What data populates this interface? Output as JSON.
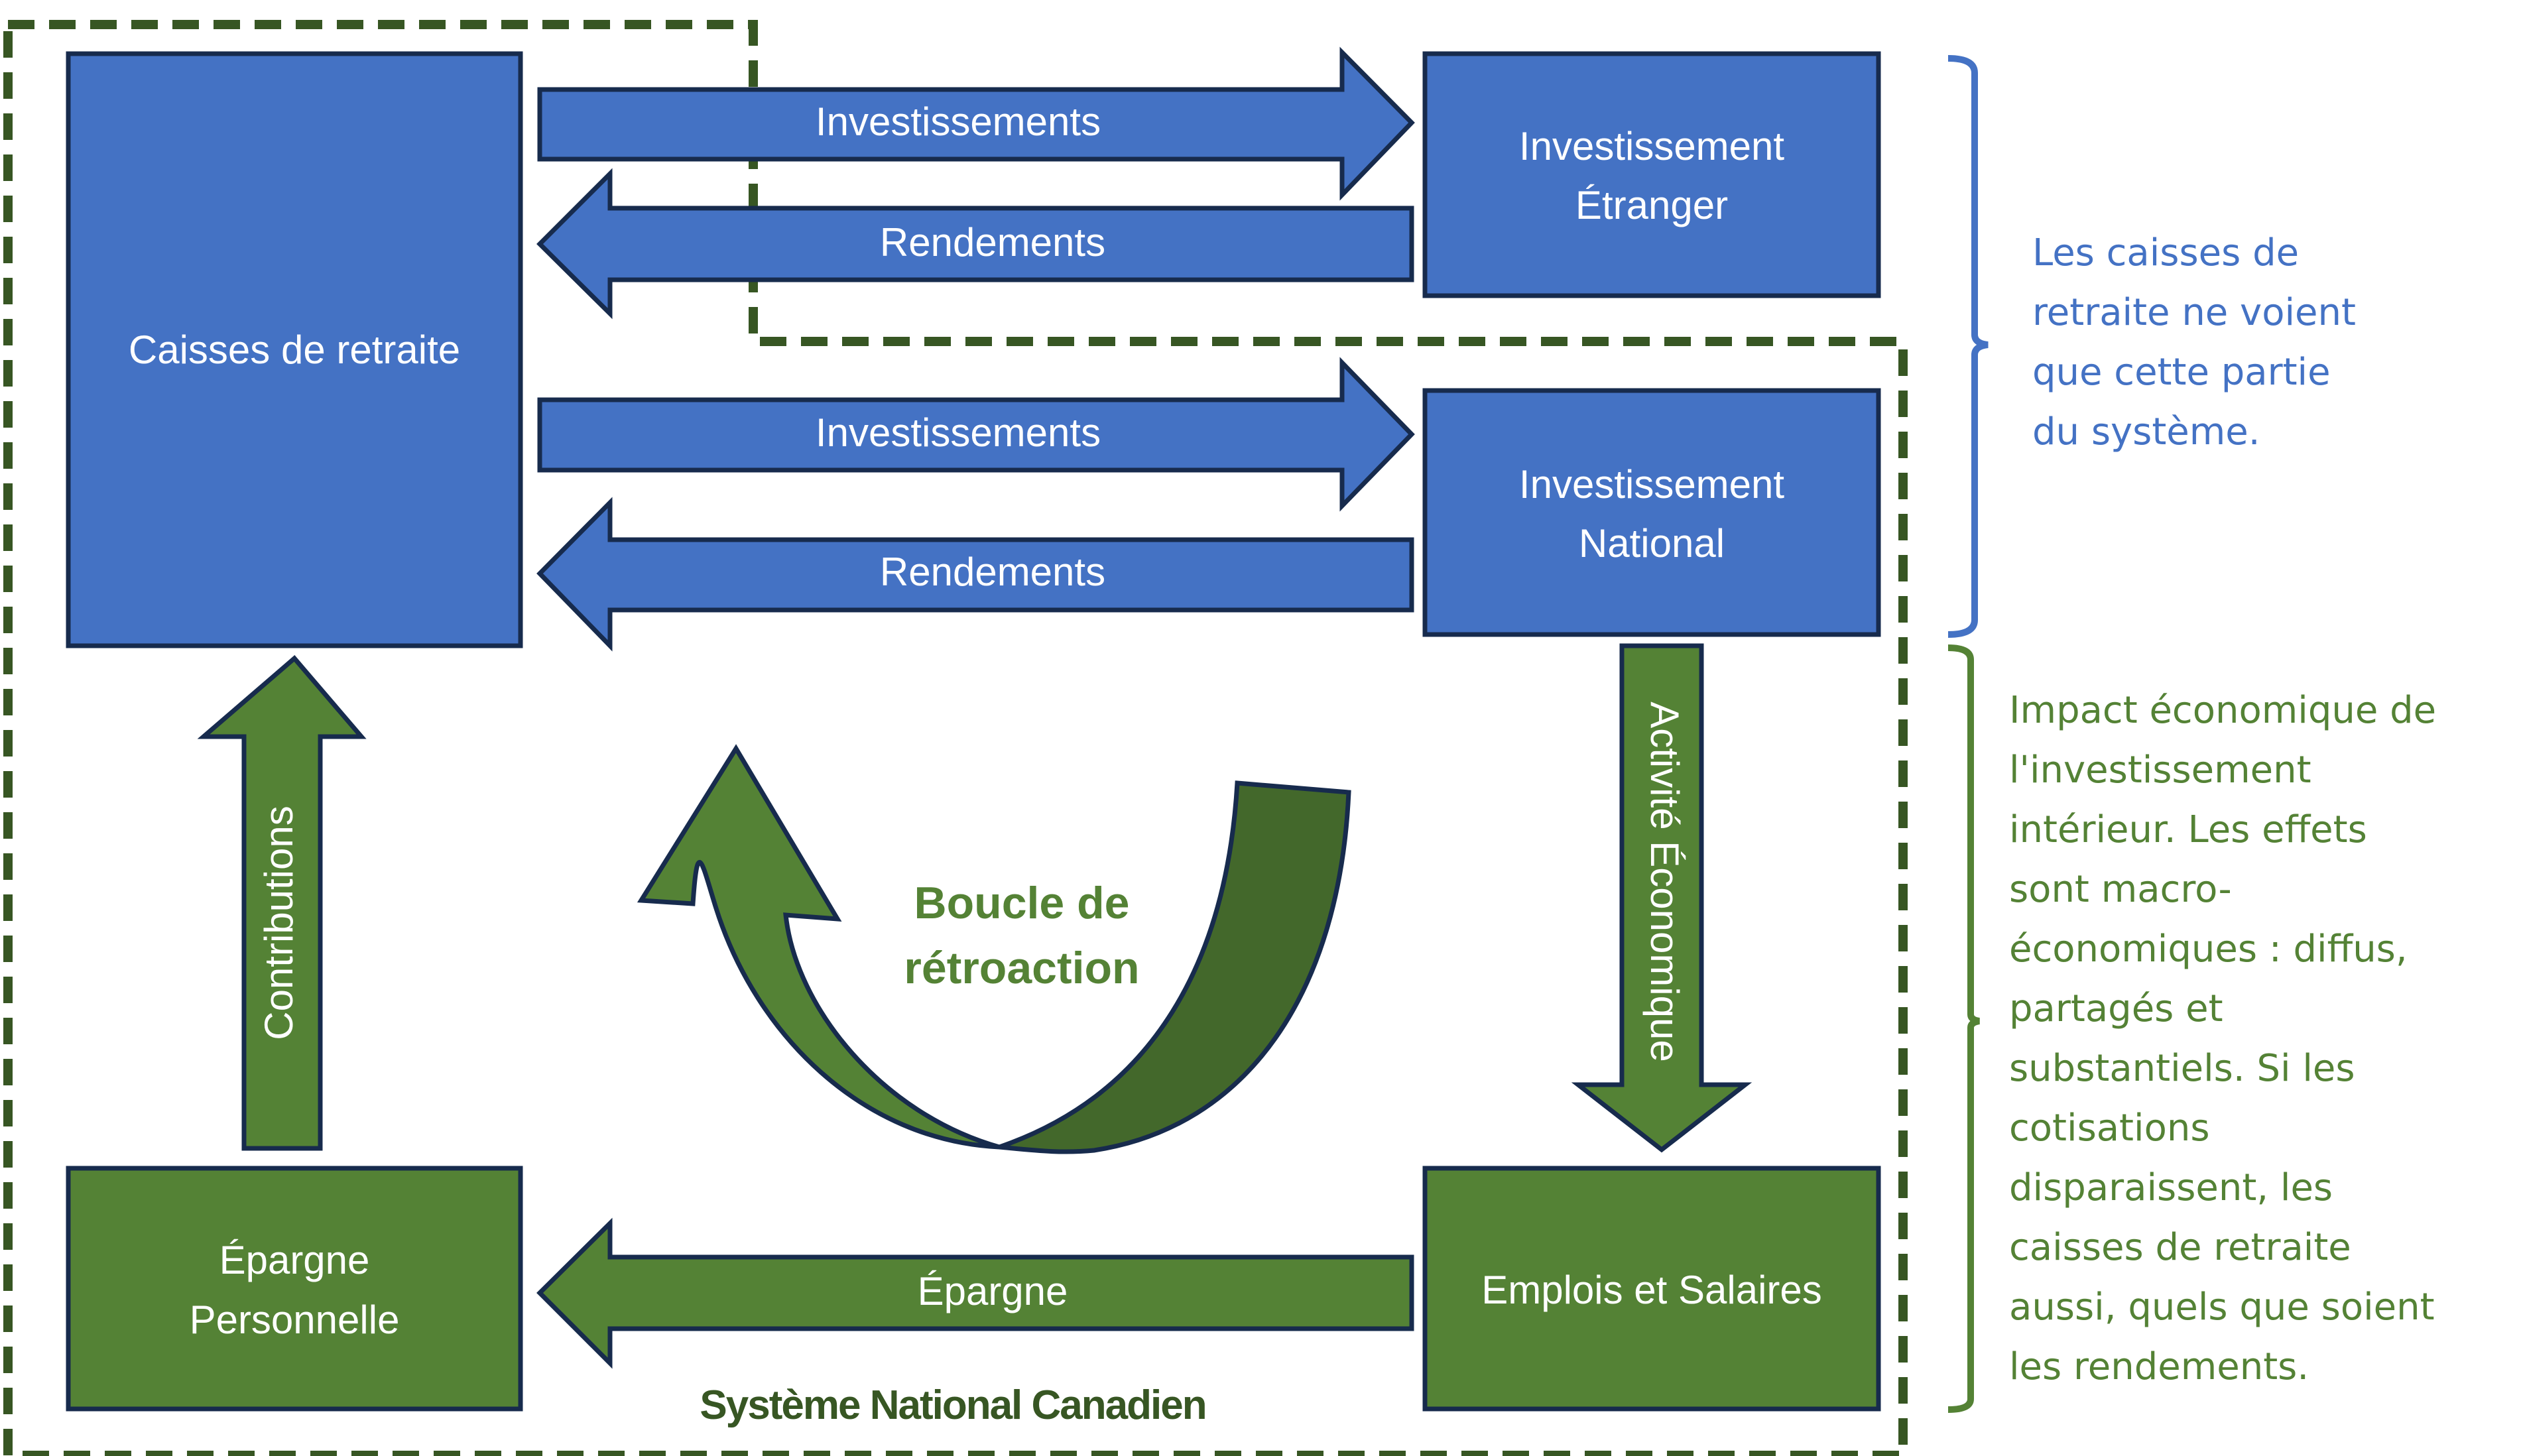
{
  "diagram": {
    "nodes": {
      "caisses": "Caisses de retraite",
      "etranger": [
        "Investissement",
        "Étranger"
      ],
      "national": [
        "Investissement",
        "National"
      ],
      "emplois": "Emplois et Salaires",
      "epargne_perso": [
        "Épargne",
        "Personnelle"
      ]
    },
    "arrows": {
      "invest_etranger": "Investissements",
      "rend_etranger": "Rendements",
      "invest_national": "Investissements",
      "rend_national": "Rendements",
      "activite": "Activité Économique",
      "epargne": "Épargne",
      "contributions": "Contributions"
    },
    "loop_label": [
      "Boucle de",
      "rétroaction"
    ],
    "system_label": "Système National Canadien",
    "notes": {
      "blue": [
        "Les caisses de",
        "retraite ne voient",
        "que cette partie",
        "du système."
      ],
      "green": [
        "Impact économique de",
        "l'investissement",
        "intérieur. Les effets",
        "sont macro-",
        "économiques : diffus,",
        "partagés et",
        "substantiels. Si les",
        "cotisations",
        "disparaissent, les",
        "caisses de retraite",
        "aussi, quels que soient",
        "les rendements."
      ]
    },
    "colors": {
      "blue": "#4472C4",
      "green": "#548235",
      "dark_green": "#375623",
      "outline": "#172B4D"
    }
  }
}
